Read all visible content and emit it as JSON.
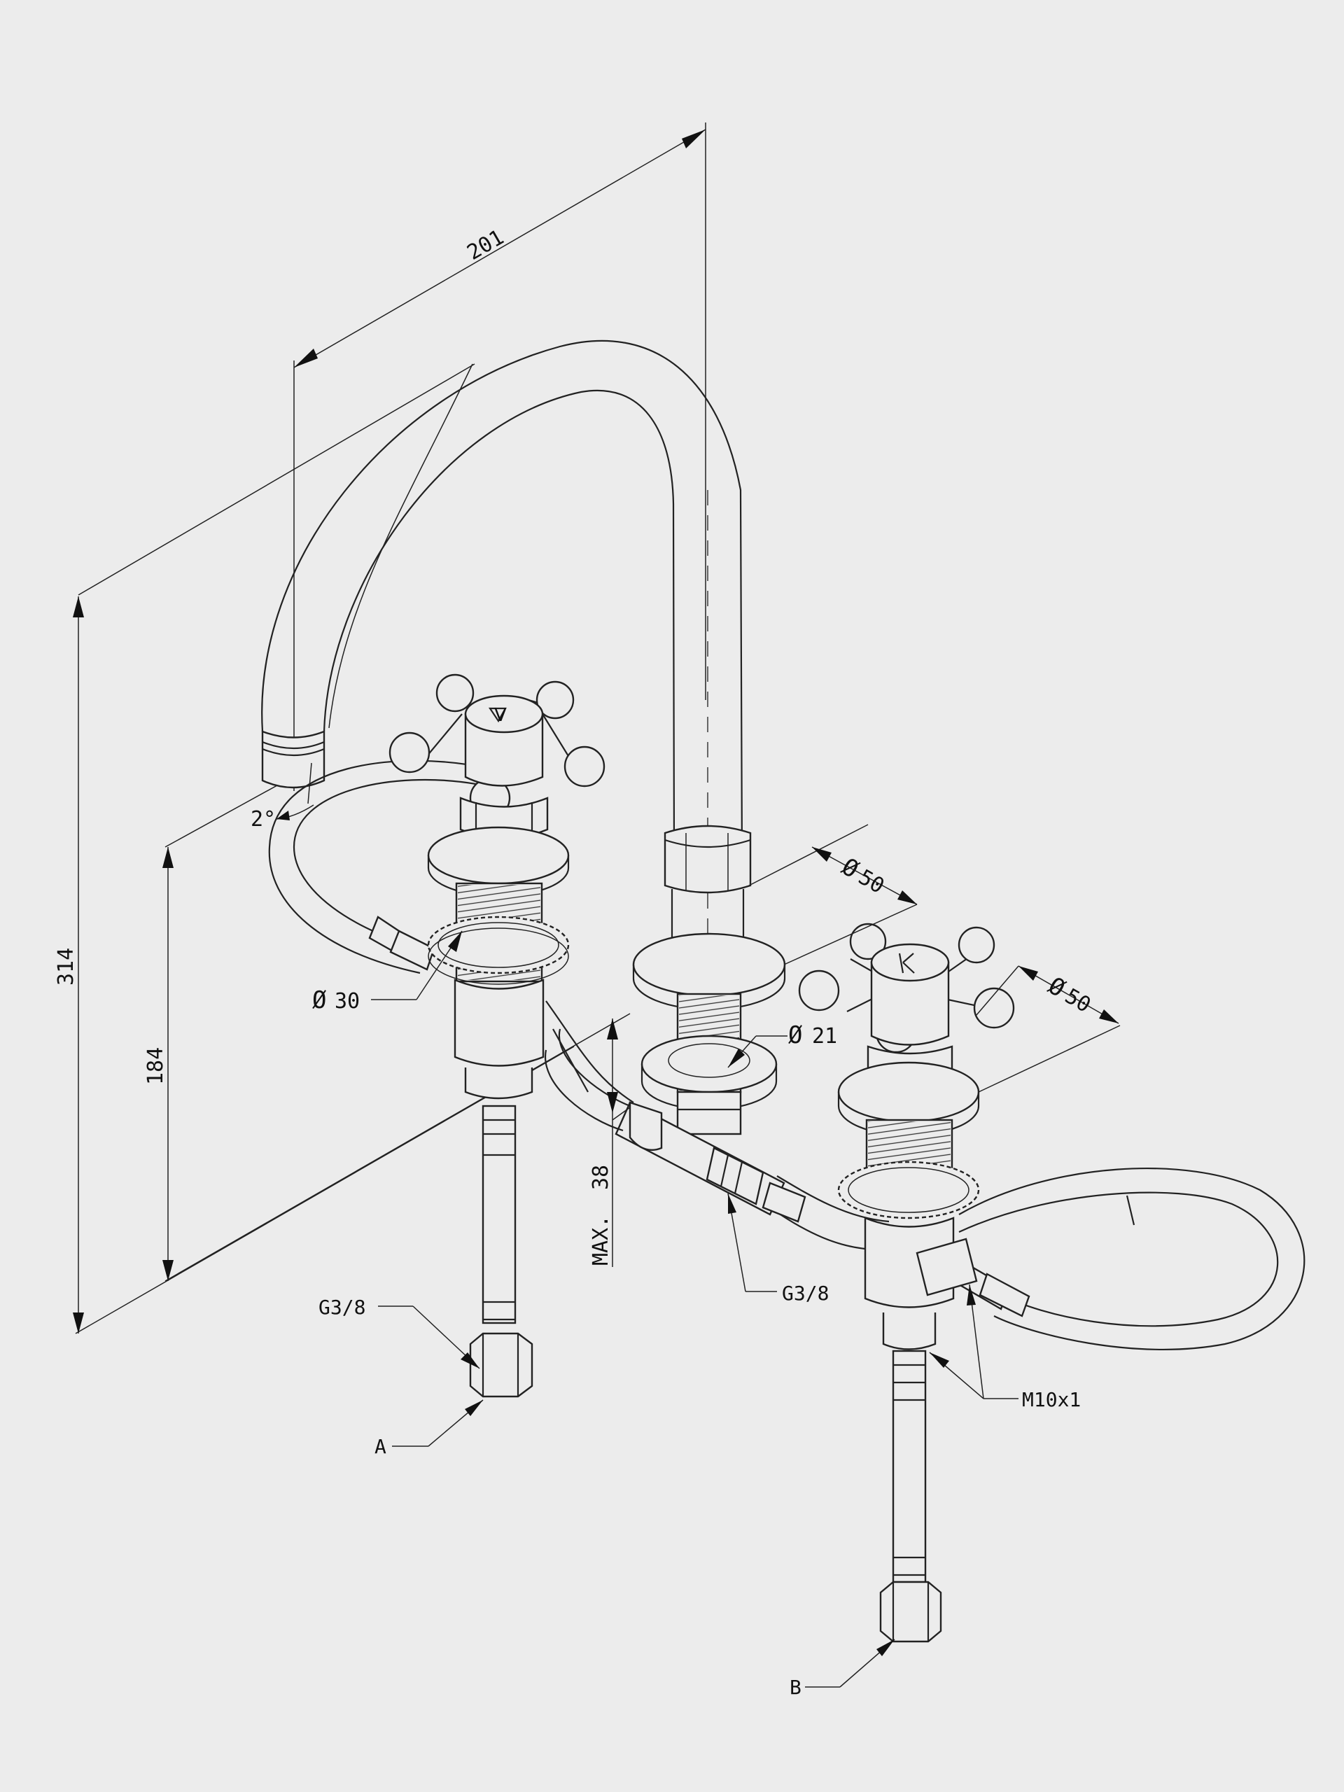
{
  "dimensions": {
    "spout_reach": "201",
    "total_height": "314",
    "spout_height": "184",
    "spout_angle": "2°",
    "deck_thickness_value": "38",
    "deck_thickness_prefix": "MAX.",
    "spout_flange_diameter": "50",
    "handle_flange_diameter": "50",
    "hole_diameter_valve": "30",
    "hole_diameter_spout": "21",
    "diameter_symbol": "Ø"
  },
  "connections": {
    "thread_left": "G3/8",
    "thread_center": "G3/8",
    "thread_hose": "M10x1",
    "inlet_a": "A",
    "inlet_b": "B"
  },
  "handles": {
    "left_marking": "V",
    "right_marking": "K"
  },
  "colors": {
    "background": "#ececec",
    "line": "#222222"
  }
}
